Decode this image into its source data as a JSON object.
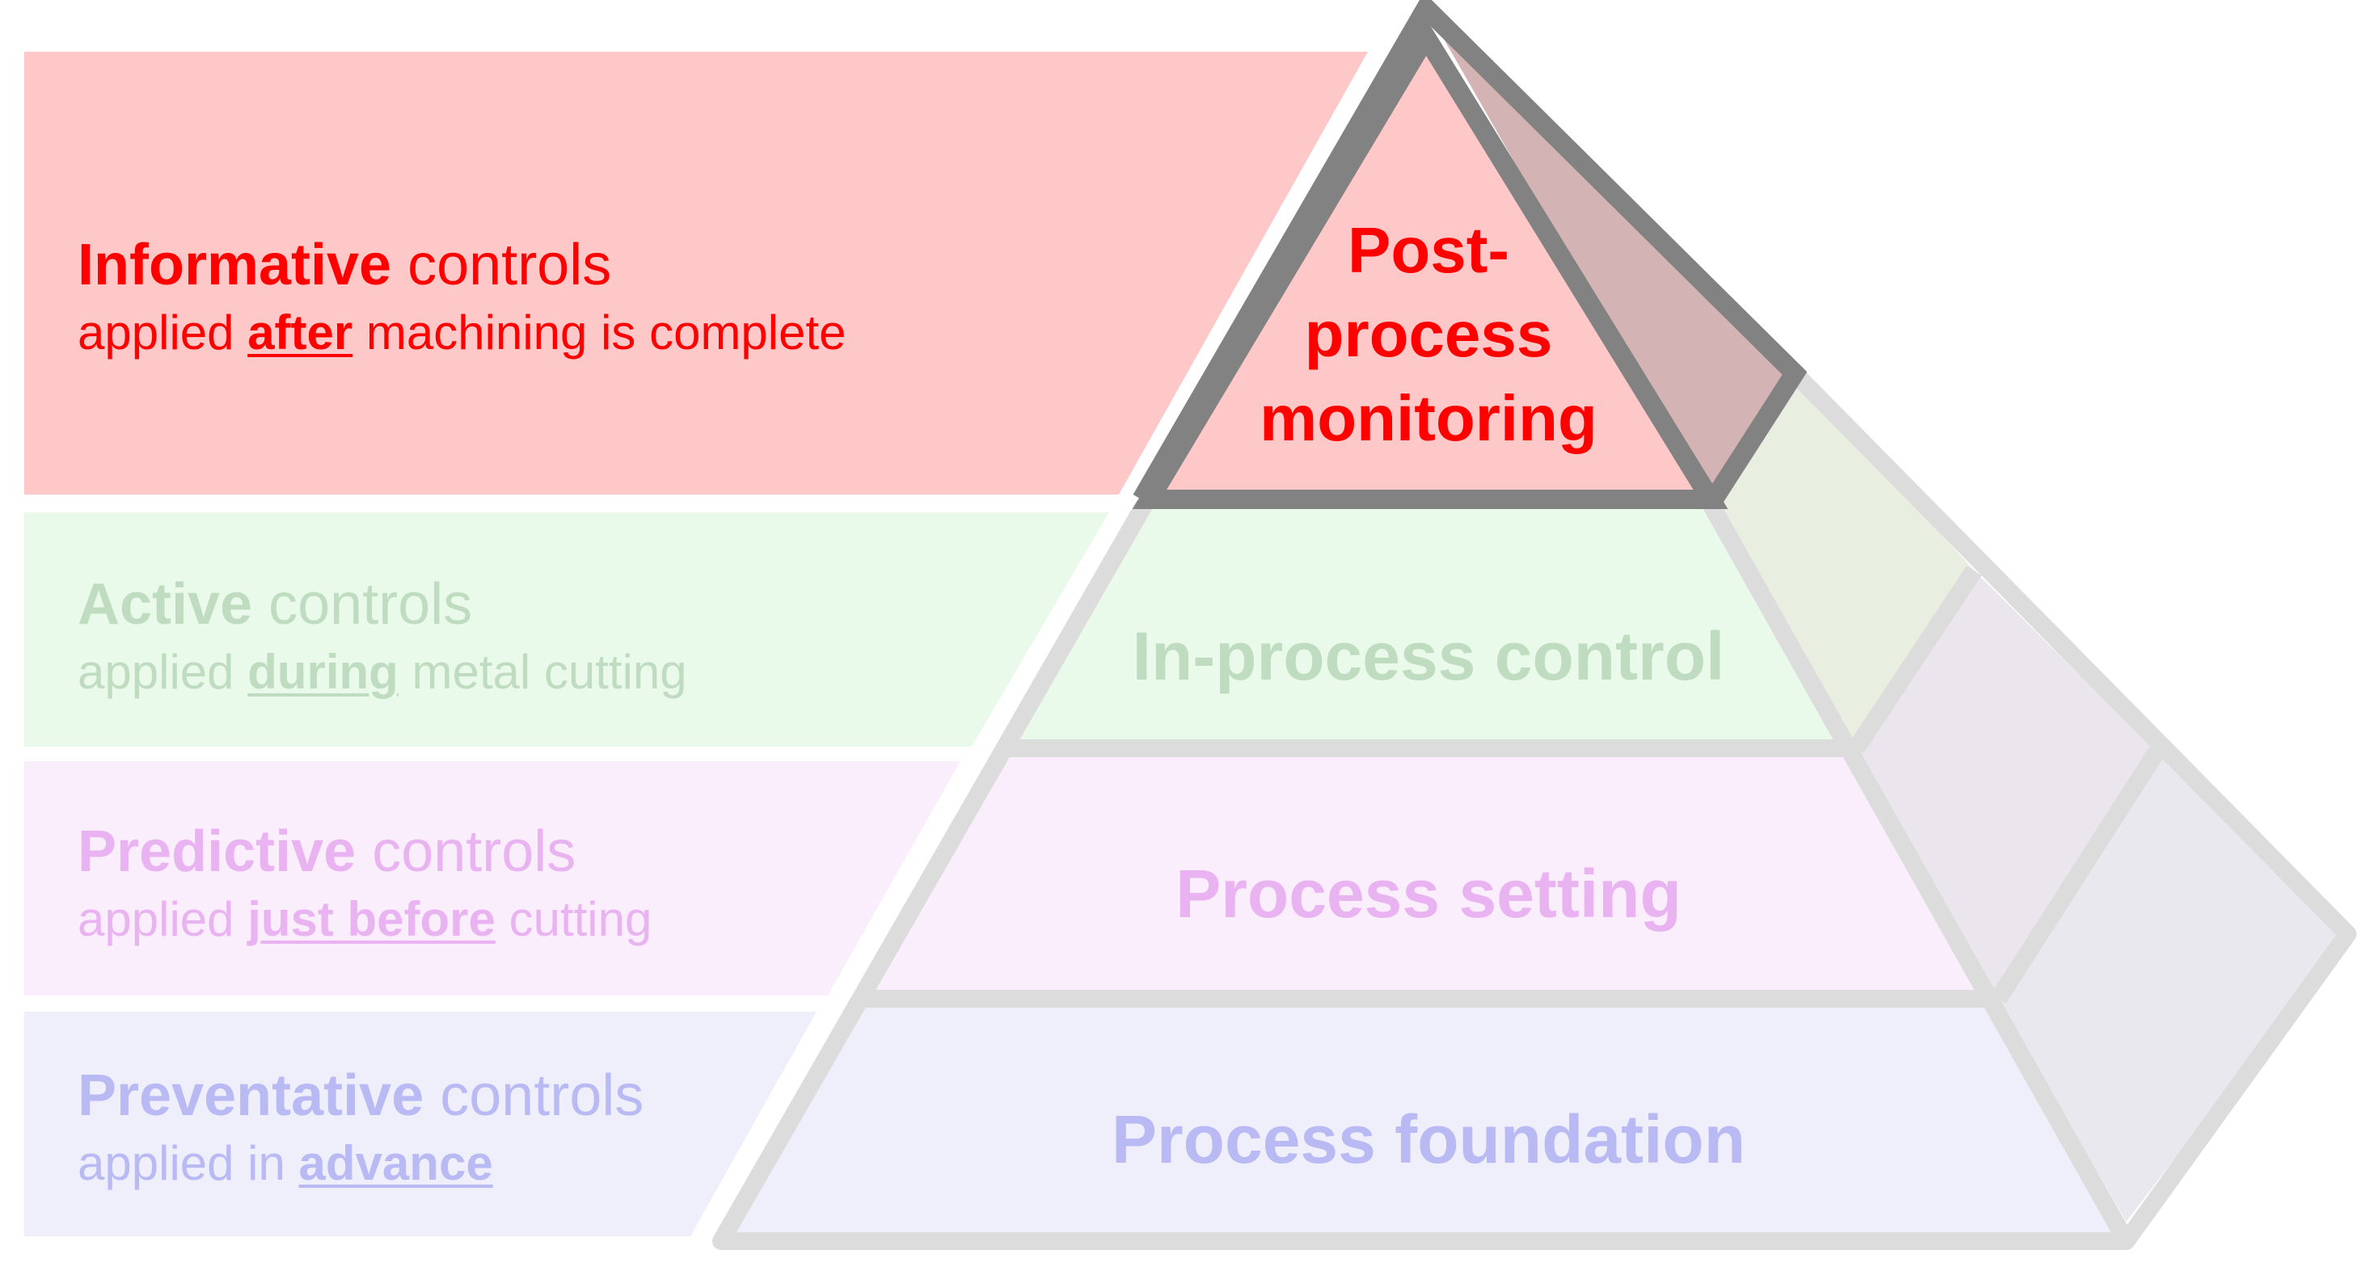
{
  "tiers": [
    {
      "name_lines": [
        "Post-",
        "process",
        "monitoring"
      ],
      "color_band": "#ffc8c8",
      "color_text": "#ff0000",
      "label_keyword": "Informative",
      "label_rest": " controls",
      "sub_prefix": "applied ",
      "sub_keyword": "after",
      "sub_suffix": " machining is complete"
    },
    {
      "name": "In-process control",
      "color_band": "#eafaea",
      "color_text": "#c0dcc0",
      "label_keyword": "Active",
      "label_rest": " controls",
      "sub_prefix": "applied ",
      "sub_keyword": "during",
      "sub_suffix": " metal cutting"
    },
    {
      "name": "Process setting",
      "color_band": "#faeefc",
      "color_text": "#e9b3f2",
      "label_keyword": "Predictive",
      "label_rest": " controls",
      "sub_prefix": "applied ",
      "sub_keyword": "just before",
      "sub_suffix": " cutting"
    },
    {
      "name": "Process foundation",
      "color_band": "#efeffc",
      "color_text": "#b9b9f3",
      "label_keyword": "Preventative",
      "label_rest": " controls",
      "sub_prefix": "applied in ",
      "sub_keyword": "advance",
      "sub_suffix": ""
    }
  ]
}
